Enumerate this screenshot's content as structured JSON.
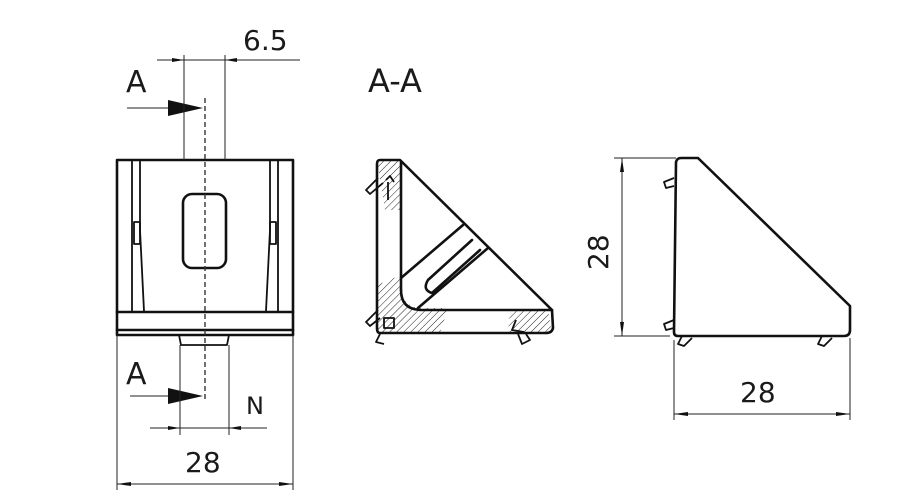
{
  "drawing": {
    "front_view": {
      "section_marker_top": "A",
      "section_marker_bottom": "A",
      "dimension_offset": "6.5",
      "dimension_width": "28",
      "dimension_slot_label": "N"
    },
    "section_view": {
      "title": "A-A"
    },
    "side_view": {
      "dimension_height": "28",
      "dimension_width": "28"
    },
    "colors": {
      "line": "#111111",
      "background": "#ffffff"
    }
  }
}
